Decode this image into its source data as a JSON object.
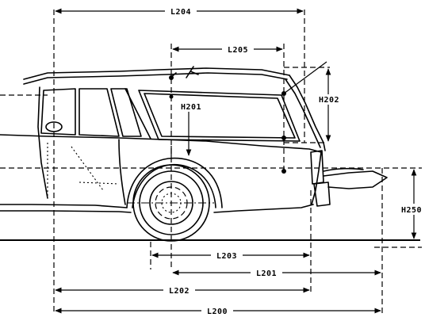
{
  "dimensions": {
    "L204": "L204",
    "L205": "L205",
    "H201": "H201",
    "H202": "H202",
    "H250": "H250",
    "L203": "L203",
    "L201": "L201",
    "L202": "L202",
    "L200": "L200"
  },
  "colors": {
    "ink": "#000000",
    "paper": "#ffffff"
  }
}
